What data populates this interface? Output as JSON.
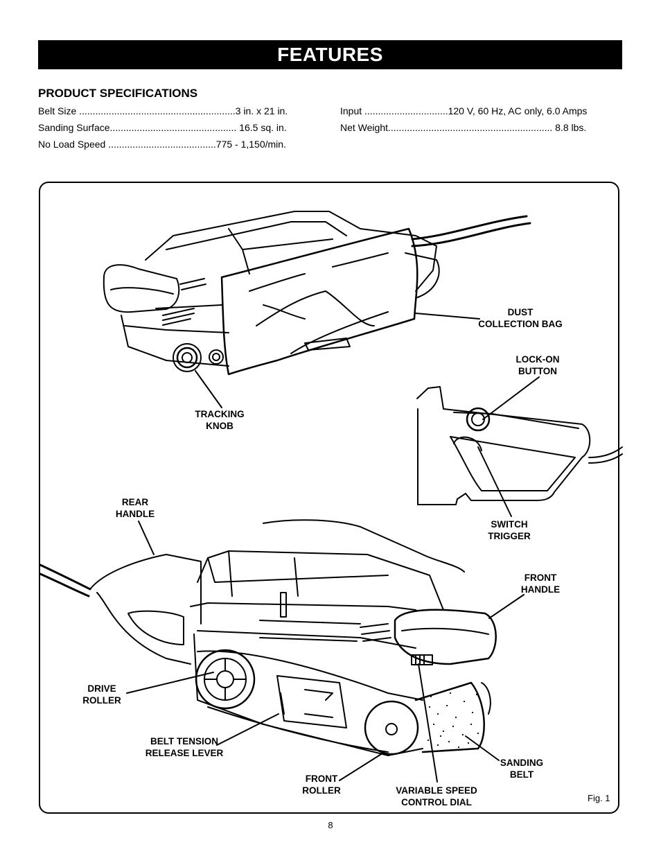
{
  "header": {
    "title": "FEATURES"
  },
  "specifications": {
    "heading": "PRODUCT SPECIFICATIONS",
    "left": [
      "Belt Size ..........................................................3 in. x 21 in.",
      "Sanding Surface............................................... 16.5 sq. in.",
      "No Load Speed ........................................775 - 1,150/min."
    ],
    "right": [
      "Input ...............................120 V, 60 Hz, AC only, 6.0 Amps",
      "Net Weight............................................................. 8.8 lbs."
    ]
  },
  "figure": {
    "callouts": {
      "dust_bag_1": "DUST",
      "dust_bag_2": "COLLECTION BAG",
      "lock_on_1": "LOCK-ON",
      "lock_on_2": "BUTTON",
      "tracking_1": "TRACKING",
      "tracking_2": "KNOB",
      "rear_handle_1": "REAR",
      "rear_handle_2": "HANDLE",
      "switch_1": "SWITCH",
      "switch_2": "TRIGGER",
      "front_handle_1": "FRONT",
      "front_handle_2": "HANDLE",
      "drive_roller_1": "DRIVE",
      "drive_roller_2": "ROLLER",
      "belt_tension_1": "BELT TENSION",
      "belt_tension_2": "RELEASE LEVER",
      "sanding_belt_1": "SANDING",
      "sanding_belt_2": "BELT",
      "front_roller_1": "FRONT",
      "front_roller_2": "ROLLER",
      "speed_dial_1": "VARIABLE SPEED",
      "speed_dial_2": "CONTROL DIAL"
    },
    "fig_label": "Fig. 1"
  },
  "page_number": "8"
}
